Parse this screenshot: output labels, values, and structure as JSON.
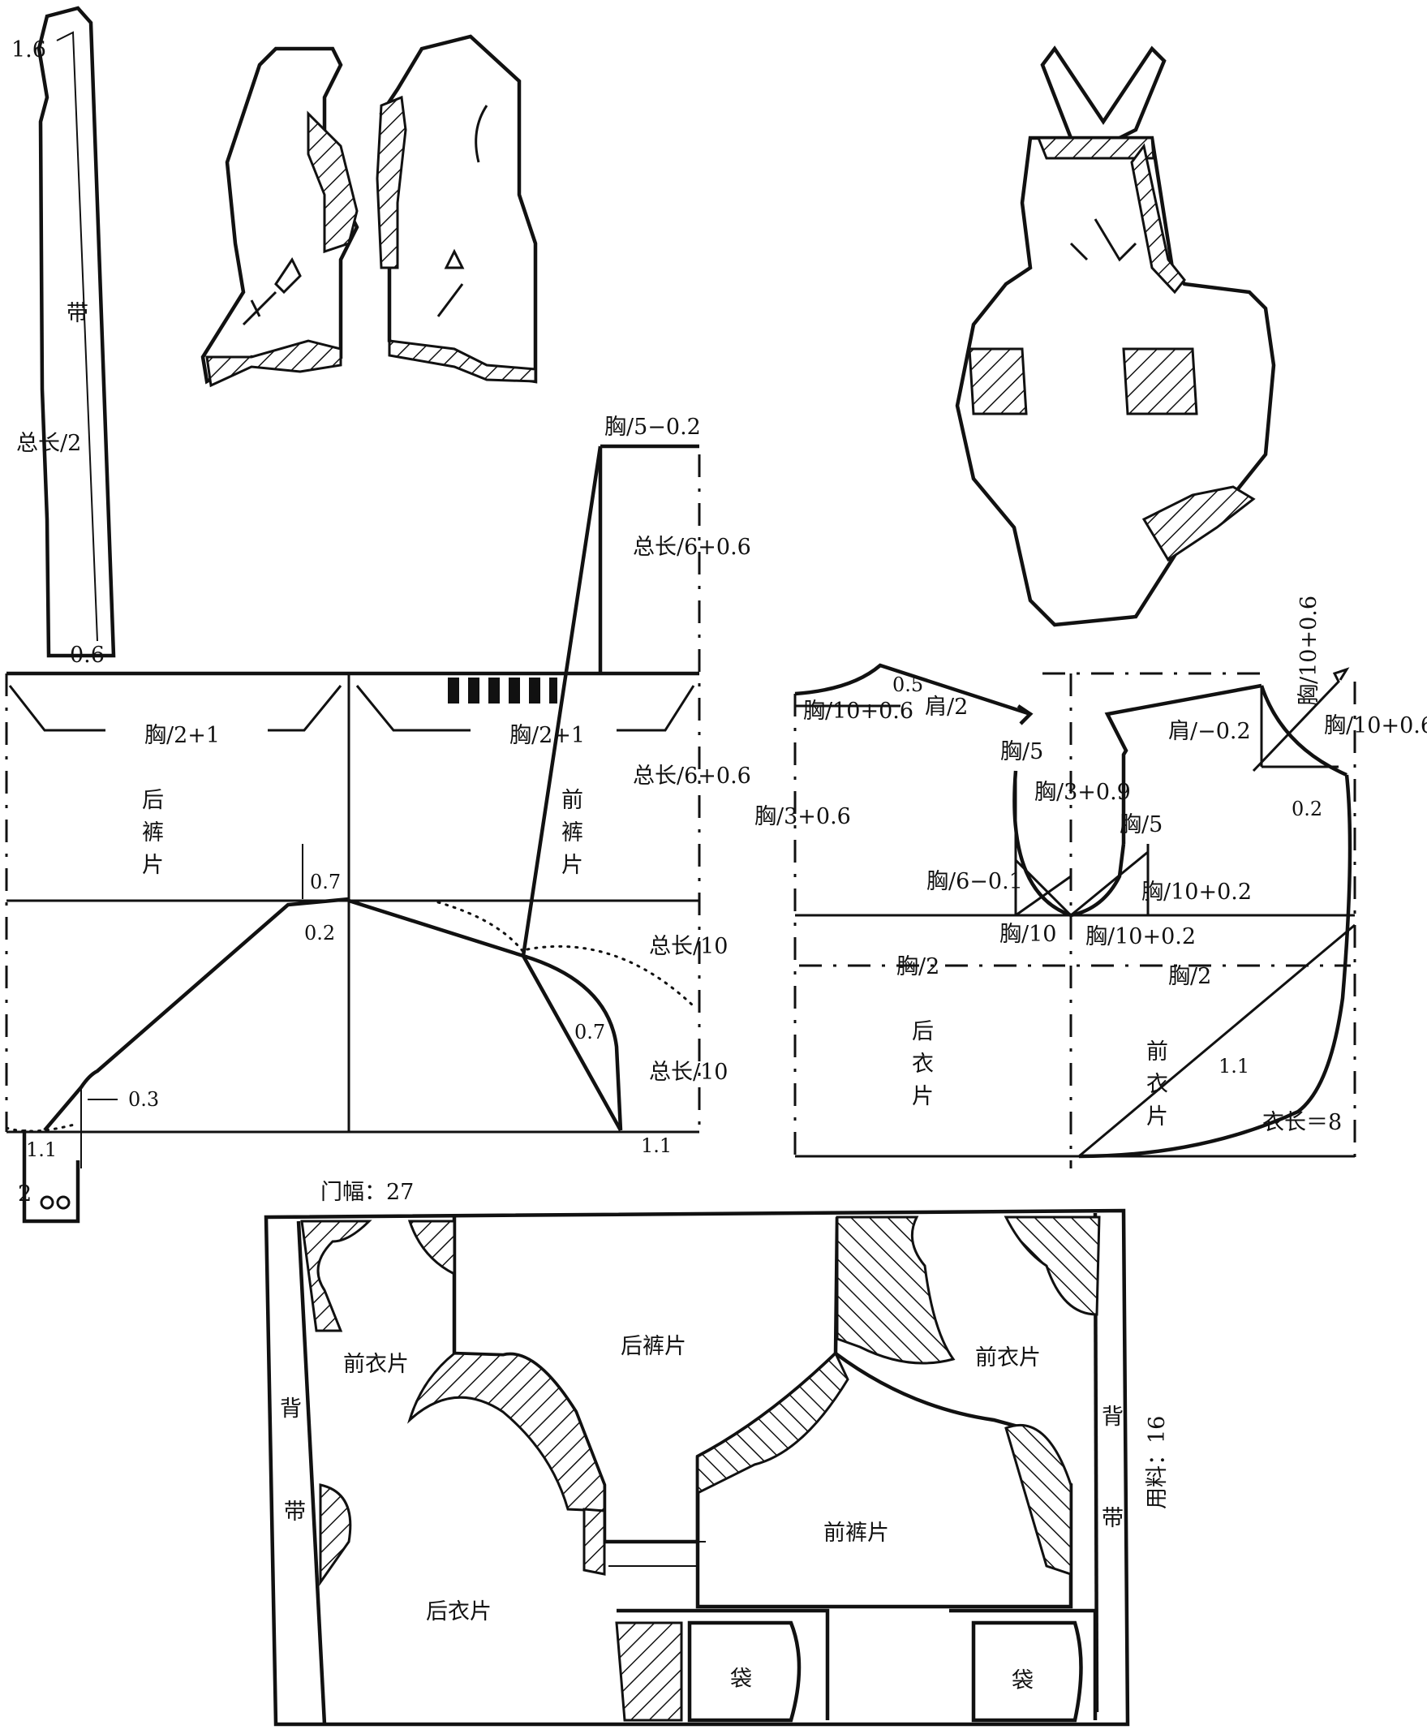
{
  "strap": {
    "label": "带",
    "half_length": "总长/2",
    "top_val": "1.6",
    "bottom_val": "0.6",
    "tip_val": "2"
  },
  "back_pants": {
    "name_chars": [
      "后",
      "裤",
      "片"
    ],
    "waist": "胸/2+1",
    "crotch_top": "0.7",
    "crotch_in": "0.2",
    "hem_in": "0.3",
    "hem_out": "1.1"
  },
  "front_pants": {
    "name_chars": [
      "前",
      "裤",
      "片"
    ],
    "bib_top": "胸/5−0.2",
    "bib_height": "总长/6+0.6",
    "waist": "胸/2+1",
    "waist_to_crotch": "总长/6+0.6",
    "crotch_depth": "总长/10",
    "crotch_curve": "0.7",
    "hem_depth": "总长/10",
    "hem_out": "1.1"
  },
  "bodice": {
    "back_name_chars": [
      "后",
      "衣",
      "片"
    ],
    "front_name_chars": [
      "前",
      "衣",
      "片"
    ],
    "back_neck": "胸/10+0.6",
    "neck_rise": "0.5",
    "shoulder_back": "肩/2",
    "armhole_back": "胸/5",
    "armhole_width": "胸/3+0.9",
    "armhole_front": "胸/5",
    "back_depth": "胸/3+0.6",
    "back_arm_in": "胸/6−0.1",
    "front_arm_in": "胸/10+0.2",
    "front_neck_v": "胸/10+0.6",
    "front_neck_h": "胸/10+0.6",
    "shoulder_front": "肩/−0.2",
    "neck_drop": "0.2",
    "underarm_back": "胸/10",
    "underarm_front": "胸/10+0.2",
    "half_chest_back": "胸/2",
    "half_chest_front": "胸/2",
    "hem_curve": "1.1",
    "length": "衣长＝8"
  },
  "layout": {
    "width_label": "门幅：27",
    "usage_label": "用料：16",
    "back_pants": "后裤片",
    "front_pants": "前裤片",
    "front_bodice_left": "前衣片",
    "front_bodice_right": "前衣片",
    "back_bodice": "后衣片",
    "strap_left": [
      "背",
      "带"
    ],
    "strap_right": [
      "背",
      "带"
    ],
    "pocket_left": "袋",
    "pocket_right": "袋"
  }
}
